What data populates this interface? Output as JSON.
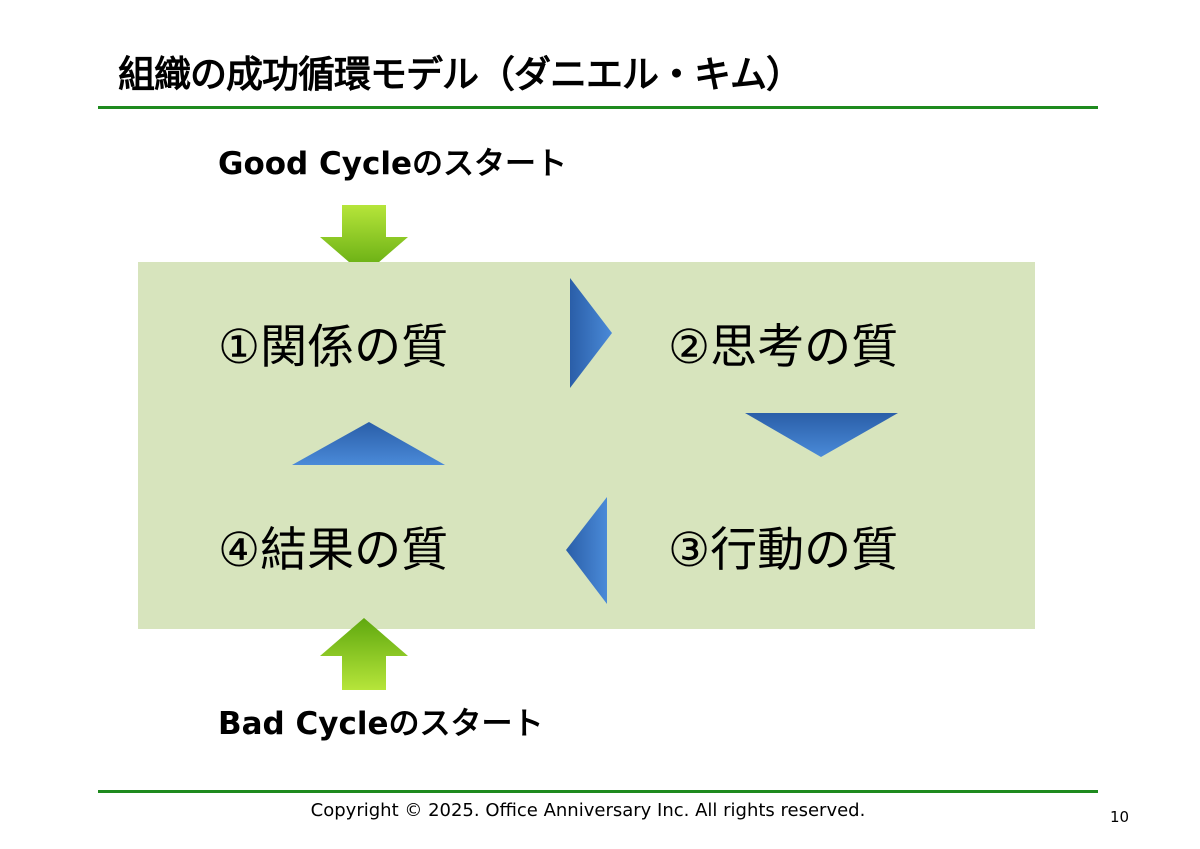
{
  "title": "組織の成功循環モデル（ダニエル・キム）",
  "good_cycle_label": "Good Cycleのスタート",
  "bad_cycle_label": "Bad Cycleのスタート",
  "qualities": {
    "relationship": "①関係の質",
    "thinking": "②思考の質",
    "action": "③行動の質",
    "result": "④結果の質"
  },
  "footer": {
    "copyright": "Copyright ©  2025. Office Anniversary Inc. All rights reserved.",
    "page_number": "10"
  },
  "colors": {
    "accent_line": "#1e8a1e",
    "box": "#d7e4bd",
    "arrow_blue": "#3a6fbf",
    "arrow_green": "#8ccf1c"
  }
}
